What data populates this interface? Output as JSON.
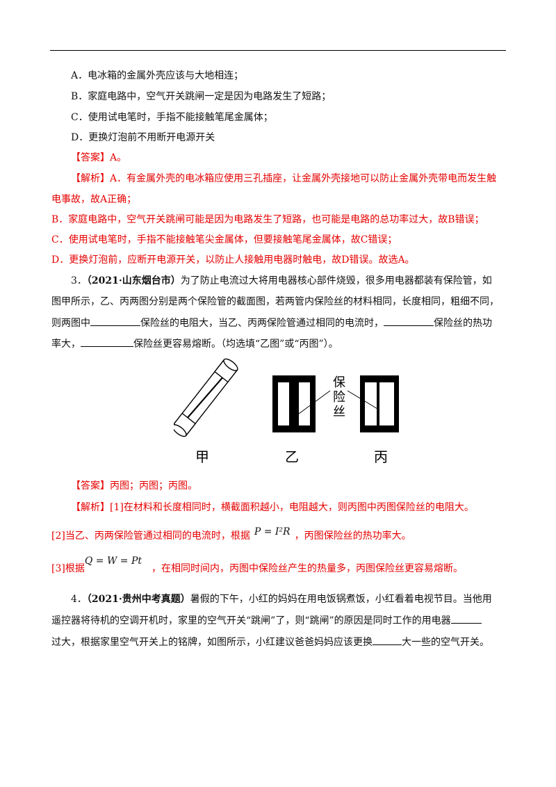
{
  "options": {
    "a": "A．电冰箱的金属外壳应该与大地相连；",
    "b": "B．家庭电路中，空气开关跳闸一定是因为电路发生了短路；",
    "c": "C．使用试电笔时，手指不能接触笔尾金属体；",
    "d": "D．更换灯泡前不用断开电源开关"
  },
  "q2_answer": "【答案】A。",
  "q2_analysis": {
    "lead": "【解析】A．有金属外壳的电冰箱应使用三孔插座，让金属外壳接地可以防止金属外壳带电而发生触",
    "line1b": "电事故，故A正确；",
    "b": "B．家庭电路中，空气开关跳闸可能是因为电路发生了短路，也可能是电路的总功率过大，故B错误；",
    "c": "C．使用试电笔时，手指不能接触笔尖金属体，但要接触笔尾金属体，故C错误；",
    "d": "D．更换灯泡前，应断开电源开关，以防止人接触用电器时触电，故D错误。故选A。"
  },
  "q3": {
    "number": "3．",
    "source": "（2021·山东烟台市）",
    "text1": "为了防止电流过大将用电器核心部件烧毁，很多用电器都装有保险管，如",
    "text2": "图甲所示，乙、丙两图分别是两个保险管的截面图，若两管内保险丝的材料相同，长度相同，粗细不同，",
    "text3a": "则两图中",
    "text3b": "保险丝的电阻大，当乙、丙两保险管通过相同的电流时，",
    "text3c": "保险丝的热功",
    "text4a": "率大，",
    "text4b": "保险丝更容易熔断。（均选填“乙图”或“丙图”）。",
    "figure": {
      "label_jia": "甲",
      "label_yi": "乙",
      "label_bing": "丙",
      "fuse_chars": [
        "保",
        "险",
        "丝"
      ]
    },
    "answer": "【答案】丙图；丙图；丙图。",
    "analysis1": "【解析】[1]在材料和长度相同时，横截面积越小，电阻越大，则丙图中丙图保险丝的电阻大。",
    "analysis2a": "[2]当乙、丙两保险管通过相同的电流时，根据",
    "formula1": "P = I²R",
    "analysis2b": "，丙图保险丝的热功率大。",
    "analysis3a": "[3]根据",
    "formula2": "Q = W = Pt",
    "analysis3b": "，在相同时间内，丙图中保险丝产生的热量多，丙图保险丝更容易熔断。"
  },
  "q4": {
    "number": "4．",
    "source": "（2021·贵州中考真题）",
    "text1": "暑假的下午，小红的妈妈在用电饭锅煮饭，小红看着电视节目。当他用",
    "text2a": "遥控器将待机的空调开机时，家里的空气开关“跳闸”了，则“跳闸”的原因是同时工作的用电器",
    "text3a": "过大，根据家里空气开关上的铭牌，如图所示，小红建议爸爸妈妈应该更换",
    "text3b": "大一些的空气开关。"
  }
}
